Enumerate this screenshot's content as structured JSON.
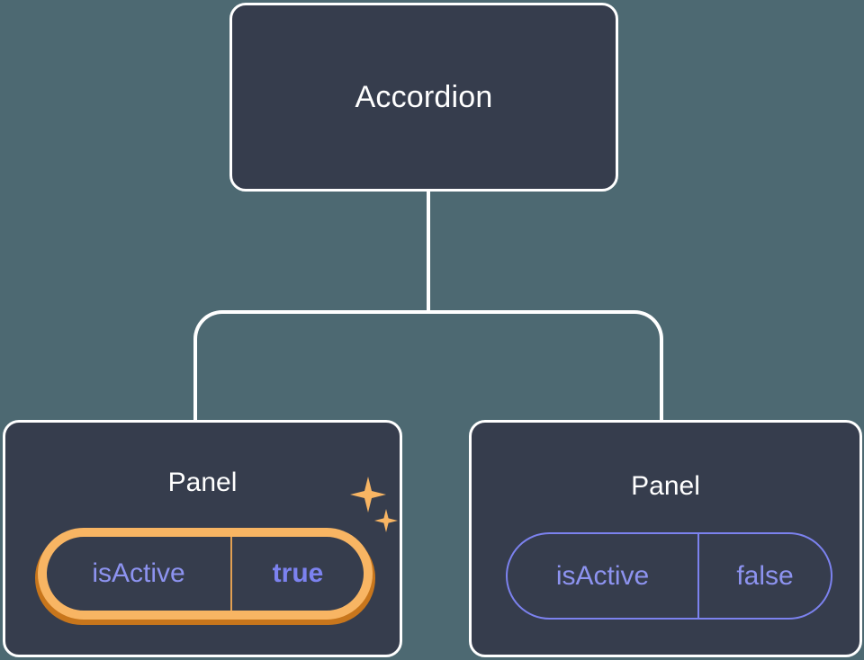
{
  "background_color": "#4d6972",
  "theme": {
    "node_fill": "#363d4d",
    "node_border": "#ffffff",
    "connector_color": "#ffffff",
    "prop_text_color": "#8d93f0",
    "prop_border_color": "#7c82ef",
    "highlight_outer_color": "#c8761c",
    "highlight_inner_color": "#f8b563",
    "highlight_value_color": "#7c82ef",
    "sparkle_color": "#f8b563"
  },
  "tree": {
    "root": {
      "label": "Accordion"
    },
    "children": [
      {
        "label": "Panel",
        "highlighted": true,
        "prop": {
          "key": "isActive",
          "value": "true"
        },
        "sparkles": {
          "big": "sparkle-icon",
          "small": "sparkle-icon"
        }
      },
      {
        "label": "Panel",
        "highlighted": false,
        "prop": {
          "key": "isActive",
          "value": "false"
        }
      }
    ]
  }
}
